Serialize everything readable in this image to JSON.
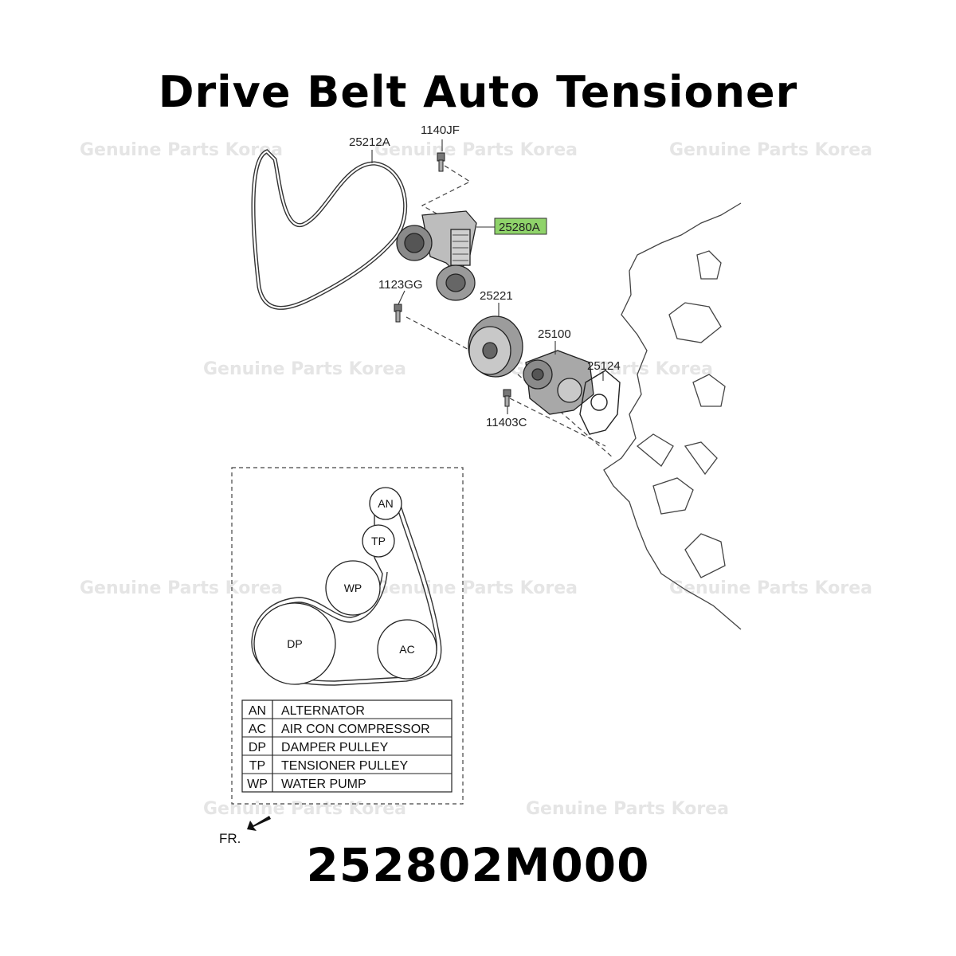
{
  "title": "Drive Belt Auto Tensioner",
  "part_number": "252802M000",
  "highlight_color": "#8fd36a",
  "watermark": "Genuine Parts Korea",
  "callouts": {
    "belt": "25212A",
    "bolt_top": "1140JF",
    "tensioner": "25280A",
    "bolt_mid": "1123GG",
    "pulley": "25221",
    "water_pump": "25100",
    "gasket": "25124",
    "bolt_low": "11403C"
  },
  "pulleys": {
    "an": "AN",
    "tp": "TP",
    "wp": "WP",
    "dp": "DP",
    "ac": "AC"
  },
  "legend": [
    {
      "code": "AN",
      "name": "ALTERNATOR"
    },
    {
      "code": "AC",
      "name": "AIR CON COMPRESSOR"
    },
    {
      "code": "DP",
      "name": "DAMPER PULLEY"
    },
    {
      "code": "TP",
      "name": "TENSIONER PULLEY"
    },
    {
      "code": "WP",
      "name": "WATER PUMP"
    }
  ],
  "front_label": "FR."
}
